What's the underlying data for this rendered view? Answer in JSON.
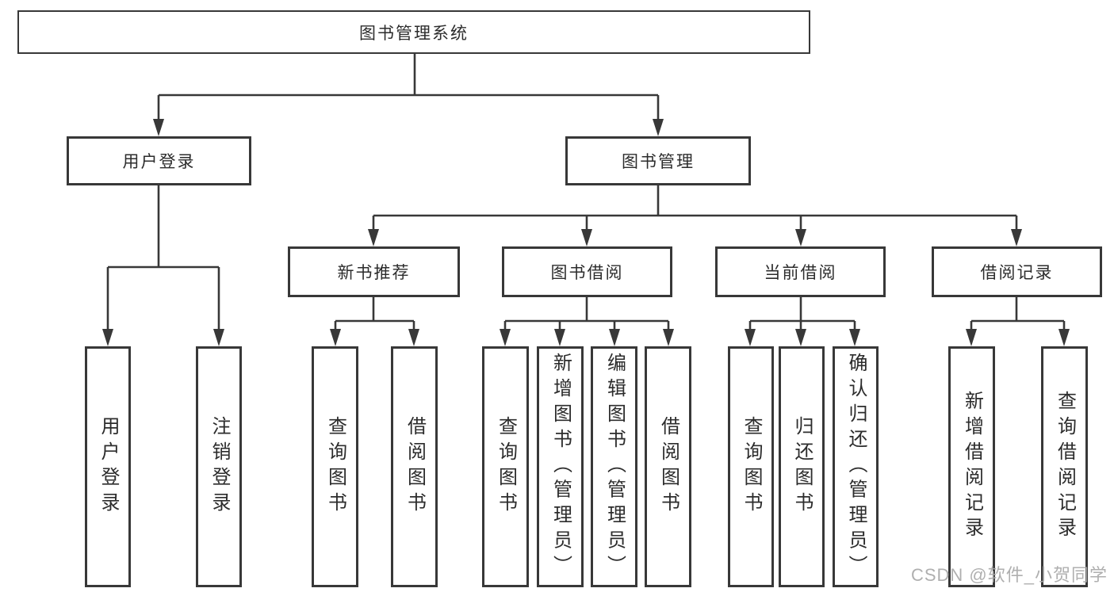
{
  "tree": {
    "label": "图书管理系统",
    "children": [
      {
        "label": "用户登录",
        "children": [
          {
            "label": "用户登录"
          },
          {
            "label": "注销登录"
          }
        ]
      },
      {
        "label": "图书管理",
        "children": [
          {
            "label": "新书推荐",
            "children": [
              {
                "label": "查询图书"
              },
              {
                "label": "借阅图书"
              }
            ]
          },
          {
            "label": "图书借阅",
            "children": [
              {
                "label": "查询图书"
              },
              {
                "label": "新增图书（管理员）"
              },
              {
                "label": "编辑图书（管理员）"
              },
              {
                "label": "借阅图书"
              }
            ]
          },
          {
            "label": "当前借阅",
            "children": [
              {
                "label": "查询图书"
              },
              {
                "label": "归还图书"
              },
              {
                "label": "确认归还（管理员）"
              }
            ]
          },
          {
            "label": "借阅记录",
            "children": [
              {
                "label": "新增借阅记录"
              },
              {
                "label": "查询借阅记录"
              }
            ]
          }
        ]
      }
    ]
  },
  "watermark": {
    "text": "CSDN @软件_小贺同学"
  },
  "colors": {
    "line": "#383838",
    "text": "#2c2c2c",
    "watermark": "#a9a9a9",
    "background": "#ffffff"
  }
}
